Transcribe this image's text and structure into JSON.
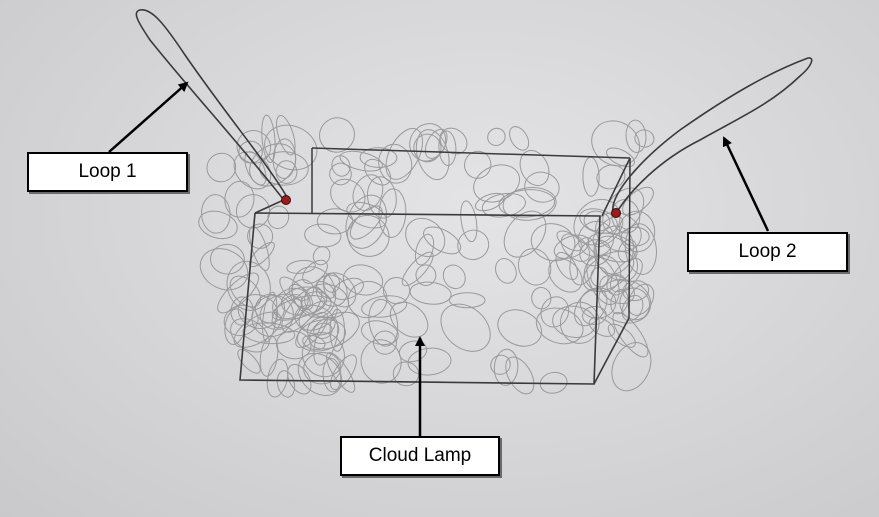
{
  "labels": {
    "loop1": "Loop 1",
    "loop2": "Loop 2",
    "cloud_lamp": "Cloud Lamp"
  },
  "colors": {
    "pencil": "#3a3a3a",
    "scribble": "#8e8e8e",
    "attachment_dot": "#9b1c1c",
    "arrow": "#000000",
    "label_border": "#000000",
    "label_background": "#ffffff"
  }
}
